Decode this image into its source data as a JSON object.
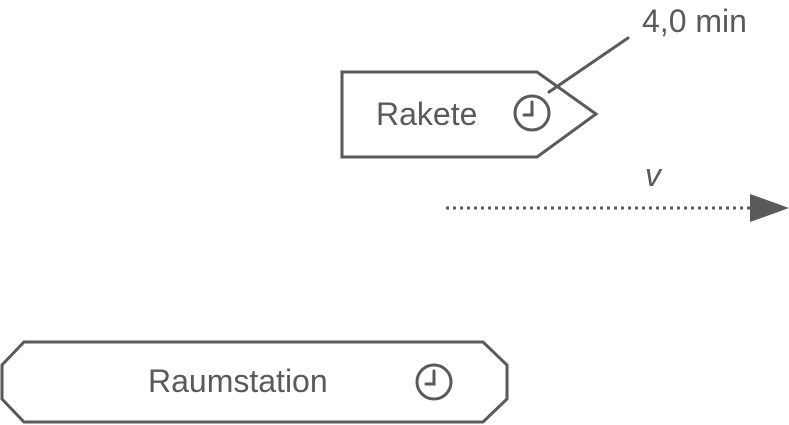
{
  "rocket": {
    "label": "Rakete",
    "clock_icon": "clock-icon",
    "time_annotation": "4,0 min"
  },
  "velocity": {
    "label": "v",
    "arrow_style": "dotted",
    "direction": "right"
  },
  "station": {
    "label": "Raumstation",
    "clock_icon": "clock-icon"
  },
  "colors": {
    "stroke": "#5a5a5a",
    "text": "#5a5a5a",
    "background": "#ffffff"
  }
}
